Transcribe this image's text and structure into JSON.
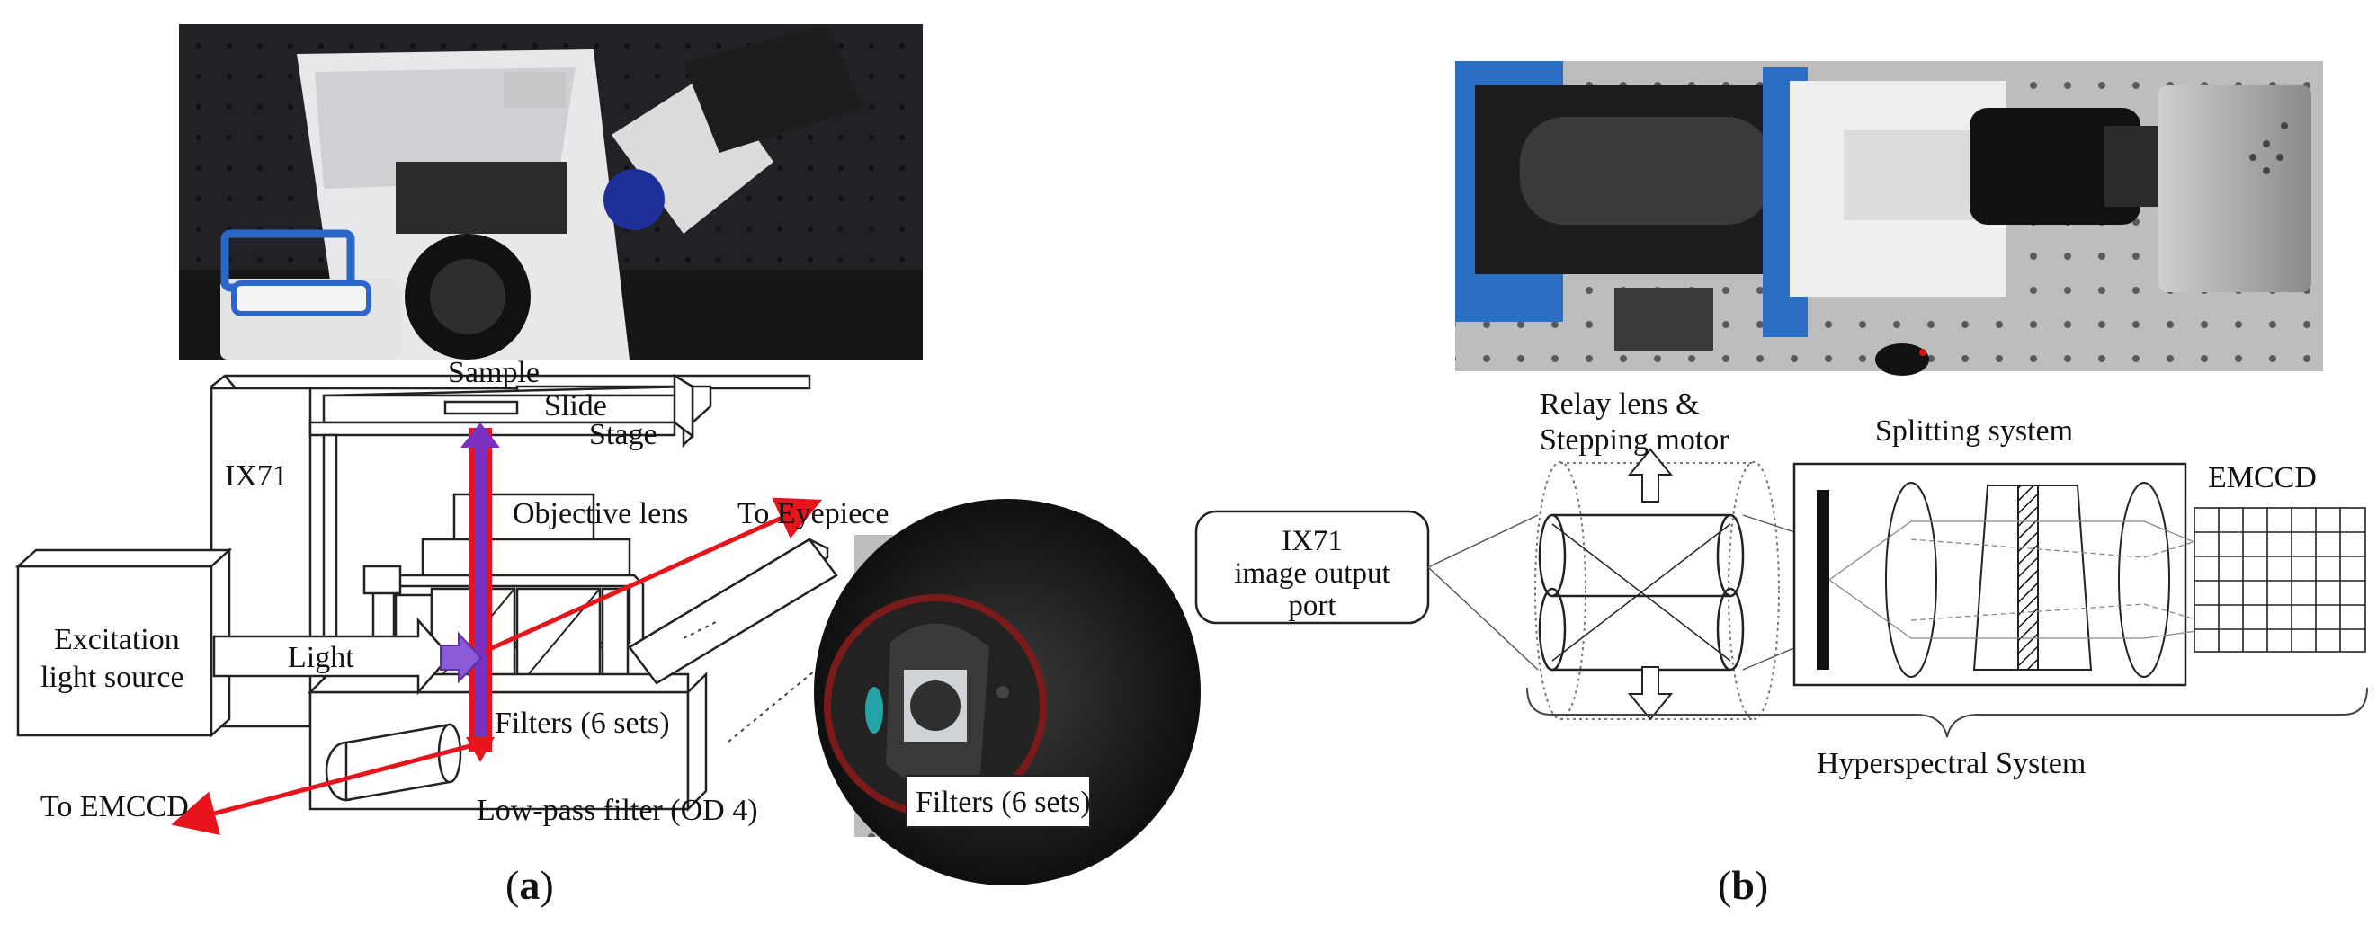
{
  "panel_a": {
    "caption_open": "(",
    "caption_letter": "a",
    "caption_close": ")",
    "labels": {
      "sample": "Sample",
      "slide": "Slide",
      "stage": "Stage",
      "ix71": "IX71",
      "objective": "Objective lens",
      "eyepiece": "To Eyepiece",
      "excitation_1": "Excitation",
      "excitation_2": "light source",
      "light": "Light",
      "filters": "Filters (6 sets)",
      "to_emccd": "To EMCCD",
      "lowpass": "Low-pass filter (OD 4)",
      "filters_photo": "Filters (6 sets)"
    },
    "colors": {
      "red_beam": "#e8141c",
      "purple_beam": "#7b2fbf",
      "arrow_purple": "#8b5ad6"
    }
  },
  "panel_b": {
    "caption_open": "(",
    "caption_letter": "b",
    "caption_close": ")",
    "labels": {
      "port_1": "IX71",
      "port_2": "image output",
      "port_3": "port",
      "relay_1": "Relay lens &",
      "relay_2": "Stepping motor",
      "splitting": "Splitting system",
      "emccd": "EMCCD",
      "hyperspectral": "Hyperspectral System"
    },
    "colors": {
      "bracket_blue": "#2a73c8"
    }
  }
}
